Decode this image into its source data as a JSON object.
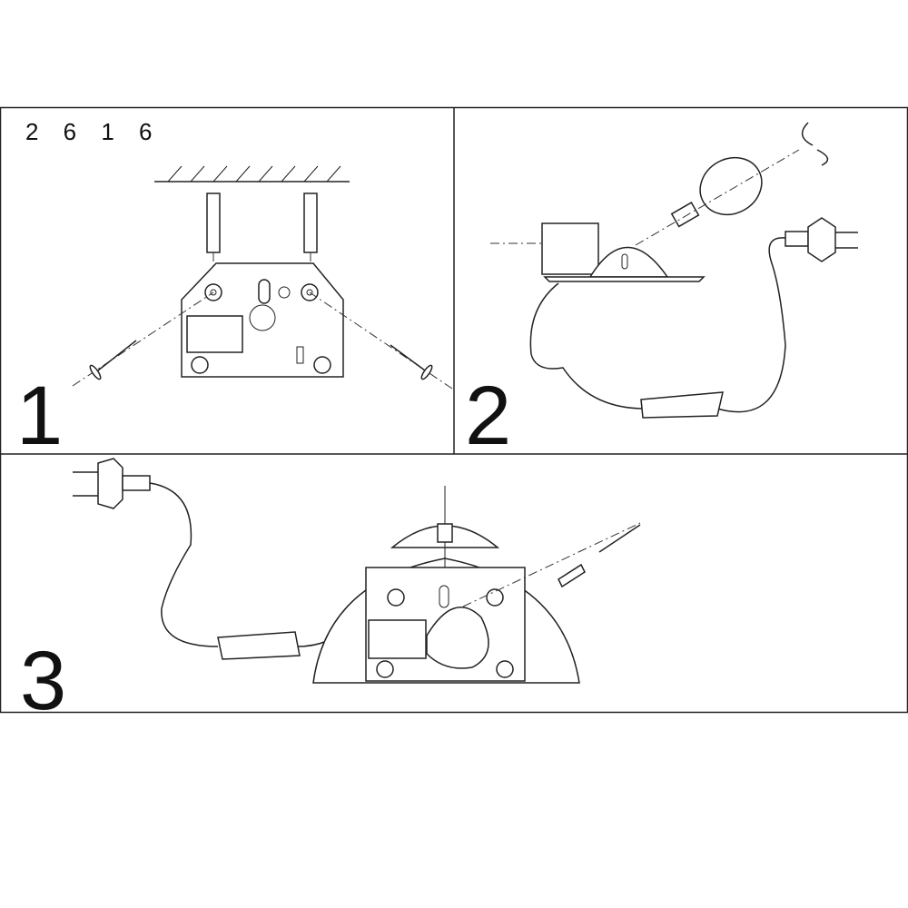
{
  "product_code": "2 6 1 6",
  "steps": [
    {
      "number": "1"
    },
    {
      "number": "2"
    },
    {
      "number": "3"
    }
  ]
}
